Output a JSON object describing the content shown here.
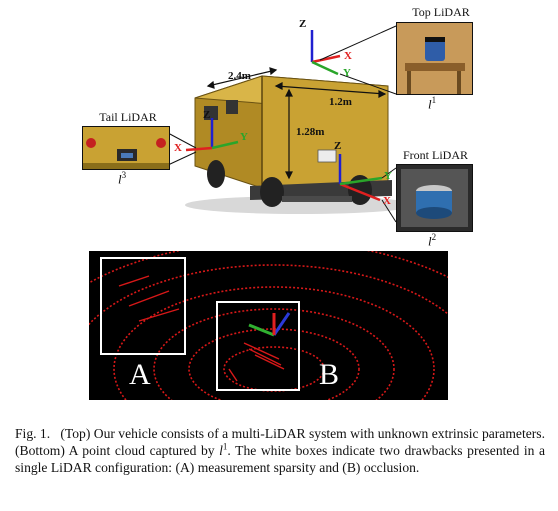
{
  "figure": {
    "insets": {
      "top": {
        "title": "Top LiDAR",
        "label": "l",
        "label_sup": "1"
      },
      "front": {
        "title": "Front LiDAR",
        "label": "l",
        "label_sup": "2"
      },
      "tail": {
        "title": "Tail LiDAR",
        "label": "l",
        "label_sup": "3"
      }
    },
    "dimensions": {
      "length": "2.4m",
      "width": "1.2m",
      "height": "1.28m"
    },
    "axes": {
      "x": "X",
      "y": "Y",
      "z": "Z"
    },
    "colors": {
      "vehicle_body": "#c9a233",
      "x_axis": "#e02020",
      "y_axis": "#2aa52a",
      "z_axis": "#2020d0",
      "cloud": "#d81818"
    }
  },
  "pointcloud": {
    "box_a_label": "A",
    "box_b_label": "B"
  },
  "caption": {
    "prefix": "Fig. 1.",
    "text_1": "(Top) Our vehicle consists of a multi-LiDAR system with unknown extrinsic parameters. (Bottom) A point cloud captured by",
    "l_symbol": "l",
    "l_sup": "1",
    "text_2": ". The white boxes indicate two drawbacks presented in a single LiDAR configuration: (A) measurement sparsity and (B) occlusion."
  }
}
